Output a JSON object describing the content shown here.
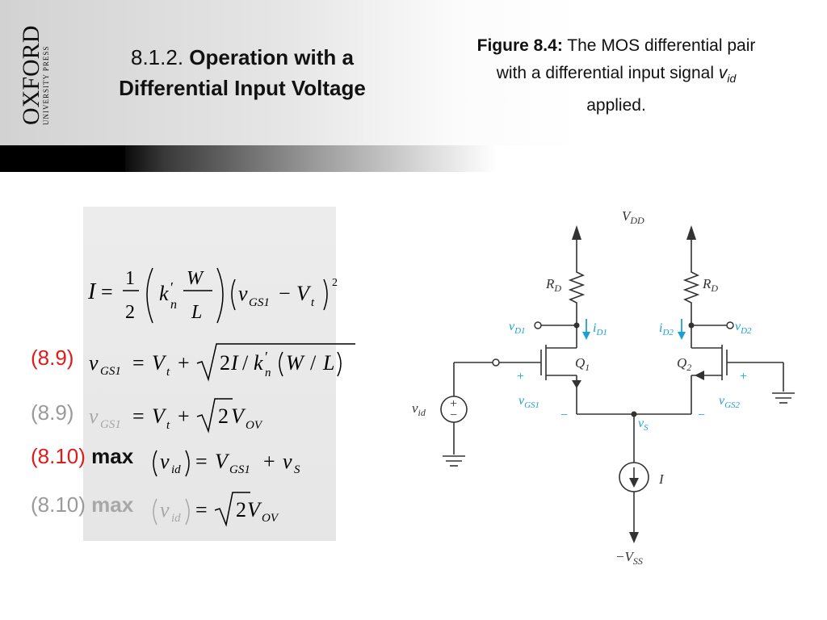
{
  "publisher": {
    "line1": "OXFORD",
    "line2": "UNIVERSITY PRESS"
  },
  "title": {
    "number": "8.1.2.",
    "text_line1": "Operation with a",
    "text_line2": "Differential Input Voltage"
  },
  "caption": {
    "figure_label": "Figure 8.4:",
    "text_part1": "The MOS differential pair",
    "text_part2": "with a differential input signal",
    "signal": "v",
    "signal_sub": "id",
    "text_part3": "applied."
  },
  "equations": {
    "eq89_label": "(8.9)",
    "eq810_label": "(8.10)",
    "max_word": "max"
  },
  "circuit": {
    "vdd": "V",
    "vdd_sub": "DD",
    "rd": "R",
    "rd_sub": "D",
    "vd1": "v",
    "vd1_sub": "D1",
    "vd2": "v",
    "vd2_sub": "D2",
    "id1": "i",
    "id1_sub": "D1",
    "id2": "i",
    "id2_sub": "D2",
    "q1": "Q",
    "q1_sub": "1",
    "q2": "Q",
    "q2_sub": "2",
    "vgs1": "v",
    "vgs1_sub": "GS1",
    "vgs2": "v",
    "vgs2_sub": "GS2",
    "vid": "v",
    "vid_sub": "id",
    "vs": "v",
    "vs_sub": "S",
    "i": "I",
    "vss": "−V",
    "vss_sub": "SS",
    "plus": "+",
    "minus": "−",
    "accent": "#1aa0d8"
  }
}
